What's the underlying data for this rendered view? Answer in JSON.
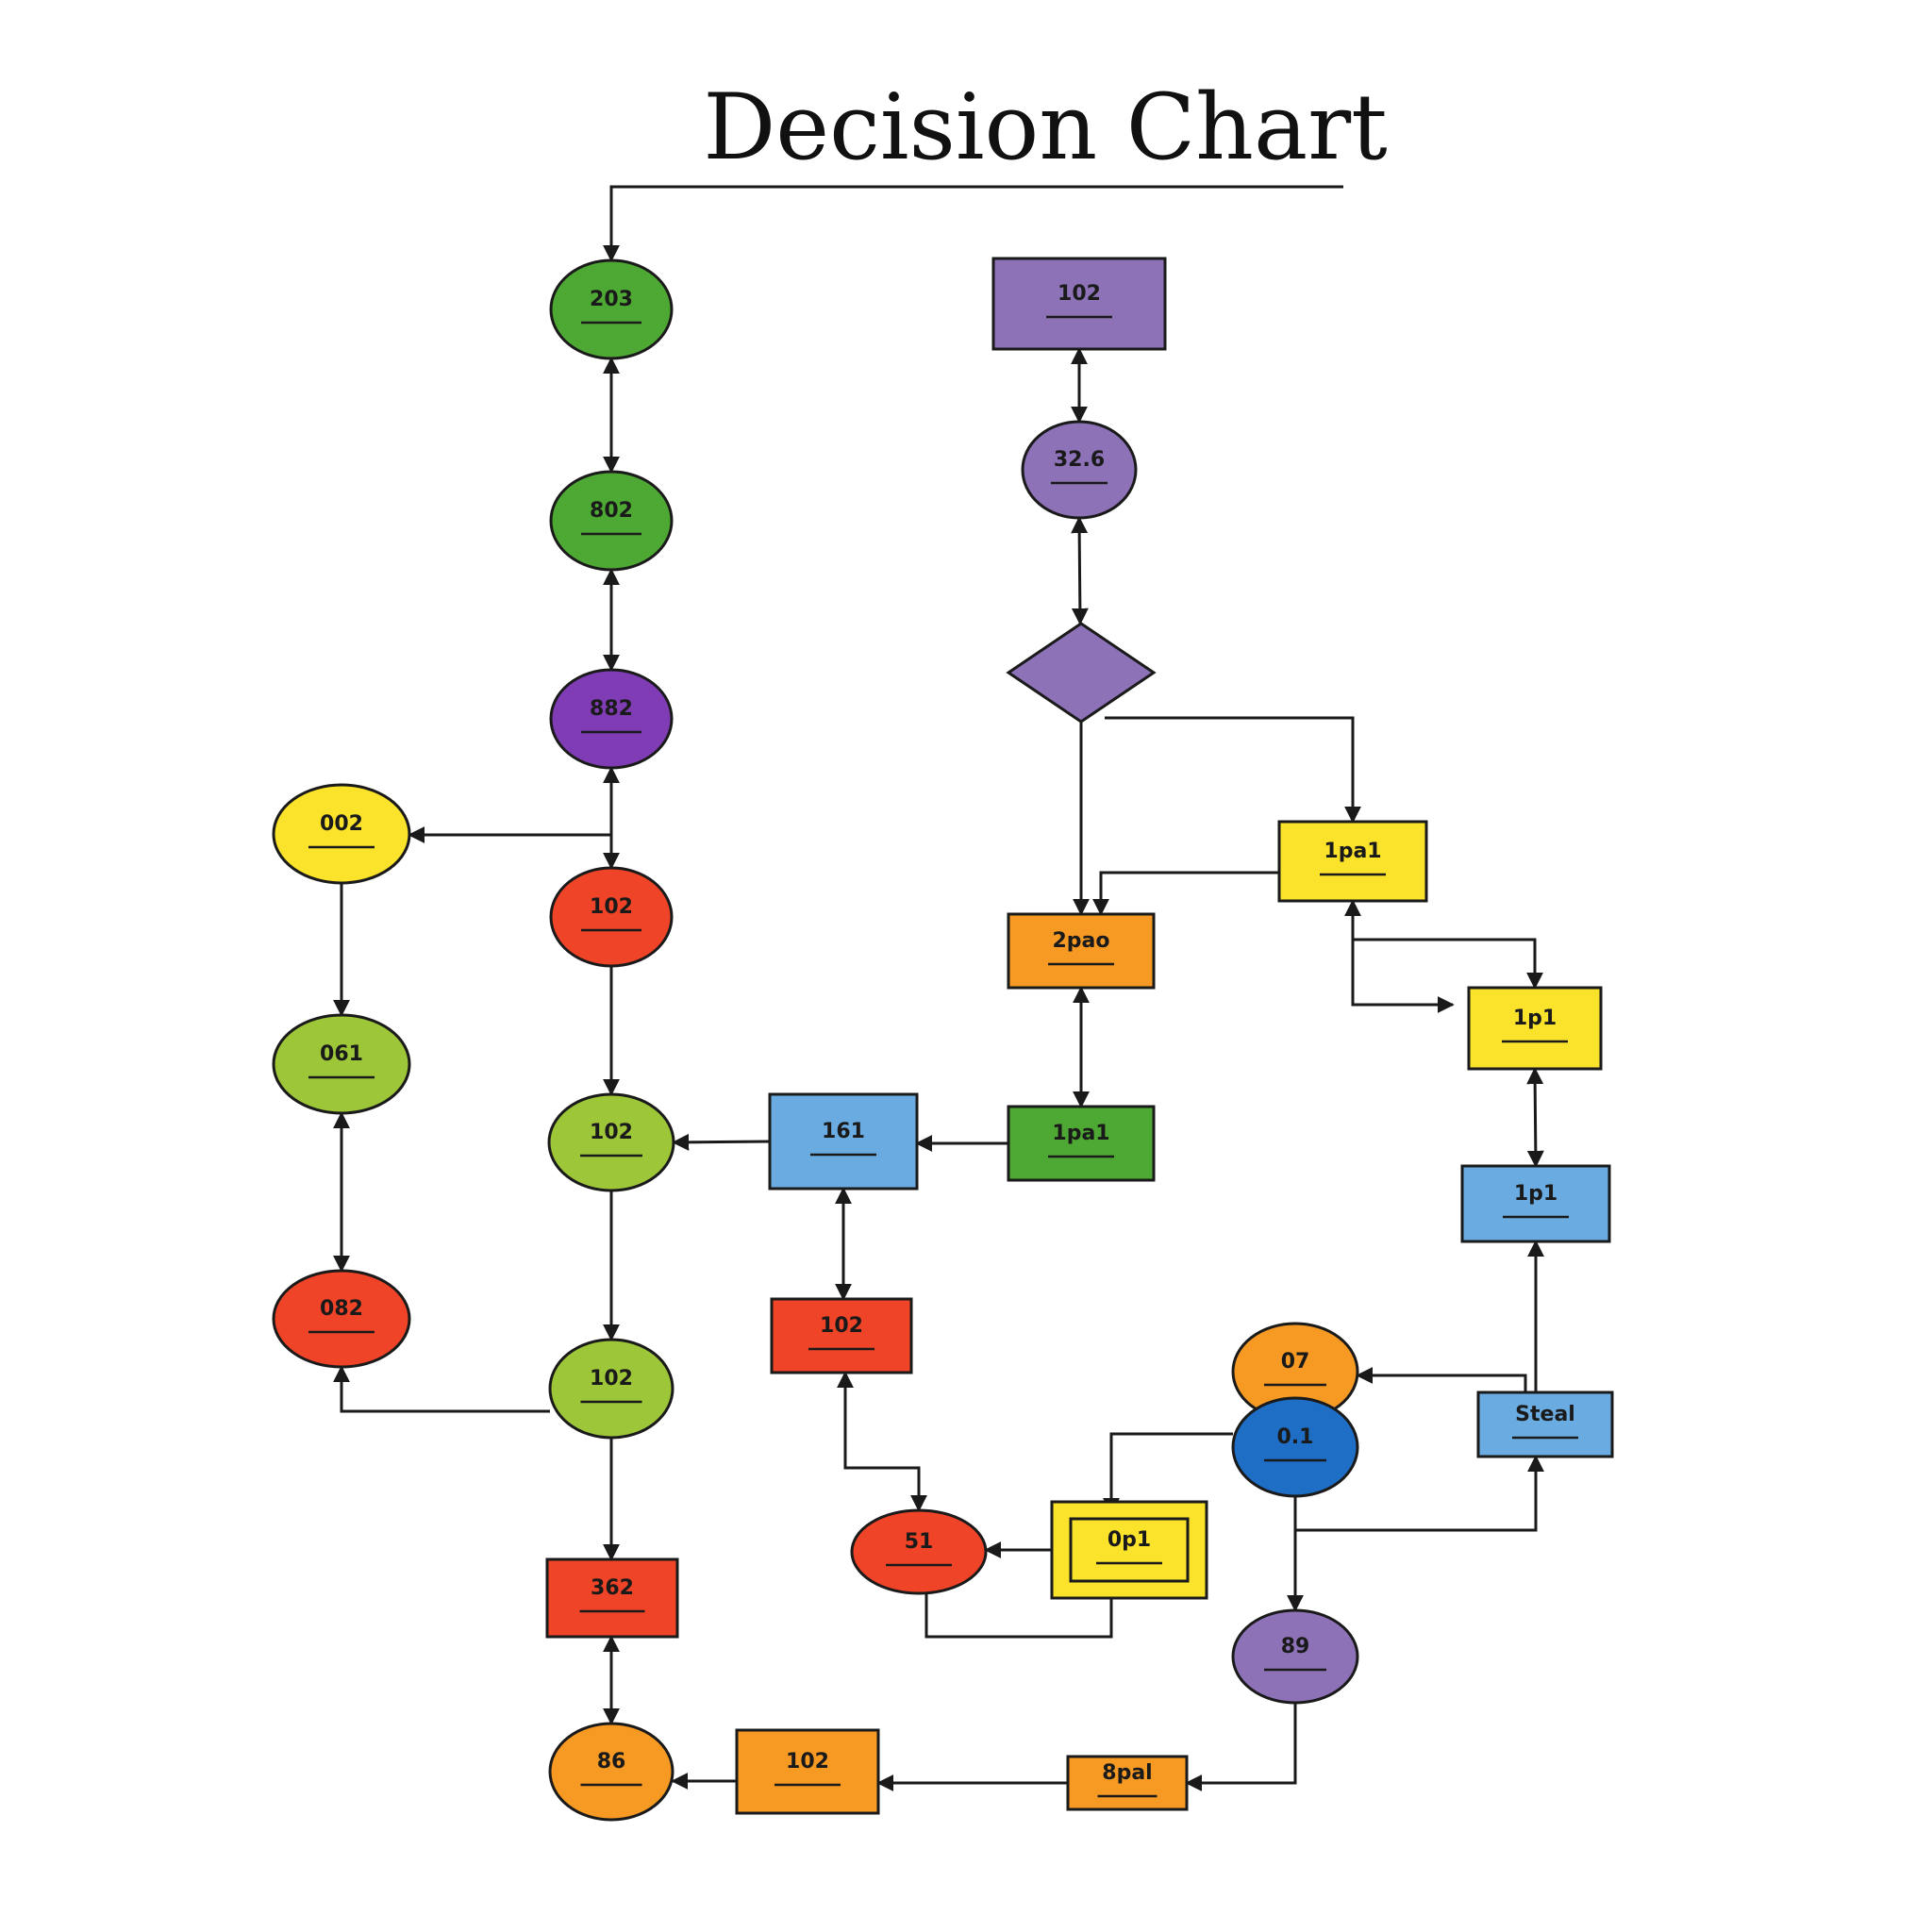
{
  "title": "Decision Chart",
  "colors": {
    "green": "#4ea934",
    "lime": "#9dc638",
    "purple": "#7f3cb5",
    "lavender": "#8e72b8",
    "red": "#ef4427",
    "yellow": "#fbe22b",
    "orange": "#f69a24",
    "blue": "#6aace2",
    "darkblue": "#1d6ec4",
    "line": "#1a1a1a"
  },
  "nodes": [
    {
      "id": "n203",
      "label": "203",
      "shape": "ellipse",
      "color": "green"
    },
    {
      "id": "n802a",
      "label": "802",
      "shape": "ellipse",
      "color": "green"
    },
    {
      "id": "n882",
      "label": "882",
      "shape": "ellipse",
      "color": "purple"
    },
    {
      "id": "n002",
      "label": "002",
      "shape": "ellipse",
      "color": "yellow"
    },
    {
      "id": "n102red",
      "label": "102",
      "shape": "ellipse",
      "color": "red"
    },
    {
      "id": "n061",
      "label": "061",
      "shape": "ellipse",
      "color": "lime"
    },
    {
      "id": "n102lime1",
      "label": "102",
      "shape": "ellipse",
      "color": "lime"
    },
    {
      "id": "n082",
      "label": "082",
      "shape": "ellipse",
      "color": "red"
    },
    {
      "id": "n102lime2",
      "label": "102",
      "shape": "ellipse",
      "color": "lime"
    },
    {
      "id": "n362",
      "label": "362",
      "shape": "rect",
      "color": "red"
    },
    {
      "id": "n86",
      "label": "86",
      "shape": "ellipse",
      "color": "orange"
    },
    {
      "id": "n102top",
      "label": "102",
      "shape": "rect",
      "color": "lavender"
    },
    {
      "id": "n326",
      "label": "32.6",
      "shape": "ellipse",
      "color": "lavender"
    },
    {
      "id": "ndiamond",
      "label": "",
      "shape": "diamond",
      "color": "lavender"
    },
    {
      "id": "n1pa1y",
      "label": "1pa1",
      "shape": "rect",
      "color": "yellow"
    },
    {
      "id": "n2pao",
      "label": "2pao",
      "shape": "rect",
      "color": "orange"
    },
    {
      "id": "n1pa1g",
      "label": "1pa1",
      "shape": "rect",
      "color": "green"
    },
    {
      "id": "n161",
      "label": "161",
      "shape": "rect",
      "color": "blue"
    },
    {
      "id": "n102rr",
      "label": "102",
      "shape": "rect",
      "color": "red"
    },
    {
      "id": "n1p1y",
      "label": "1p1",
      "shape": "rect",
      "color": "yellow"
    },
    {
      "id": "n1p1b",
      "label": "1p1",
      "shape": "rect",
      "color": "blue"
    },
    {
      "id": "n07",
      "label": "07",
      "shape": "ellipse",
      "color": "orange"
    },
    {
      "id": "n01",
      "label": "0.1",
      "shape": "ellipse",
      "color": "darkblue"
    },
    {
      "id": "nsteal",
      "label": "Steal",
      "shape": "rect",
      "color": "blue"
    },
    {
      "id": "n51",
      "label": "51",
      "shape": "ellipse",
      "color": "red"
    },
    {
      "id": "n0p1",
      "label": "0p1",
      "shape": "rect",
      "color": "yellow"
    },
    {
      "id": "n89",
      "label": "89",
      "shape": "ellipse",
      "color": "lavender"
    },
    {
      "id": "n102o",
      "label": "102",
      "shape": "rect",
      "color": "orange"
    },
    {
      "id": "n8pal",
      "label": "8pal",
      "shape": "rect",
      "color": "orange"
    }
  ]
}
